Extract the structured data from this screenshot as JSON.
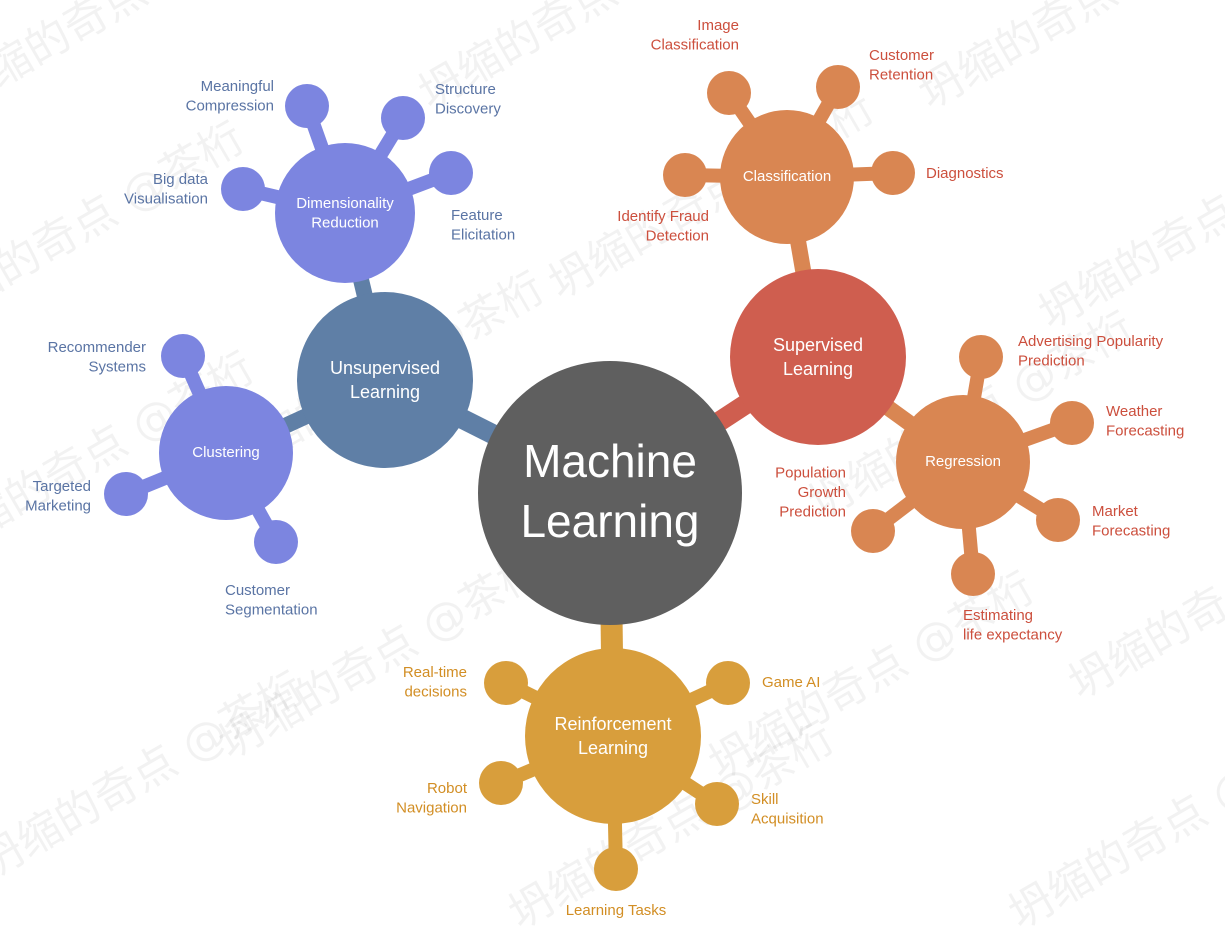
{
  "colors": {
    "center": "#5f5f5f",
    "unsupervised": "#5f7fa6",
    "dimensionality": "#7c85e0",
    "clustering": "#7c85e0",
    "unsupervised_text": "#5a74a4",
    "supervised": "#cf5e4f",
    "classification": "#d98652",
    "regression": "#d98652",
    "supervised_text": "#cc4f3d",
    "reinforcement": "#d89e3c",
    "reinforcement_text": "#d28e24"
  },
  "center": {
    "lines": [
      "Machine",
      "Learning"
    ]
  },
  "unsupervised": {
    "label_lines": [
      "Unsupervised",
      "Learning"
    ],
    "dimensionality": {
      "label_lines": [
        "Dimensionality",
        "Reduction"
      ],
      "leaves": [
        {
          "lines": [
            "Meaningful",
            "Compression"
          ]
        },
        {
          "lines": [
            "Structure",
            "Discovery"
          ]
        },
        {
          "lines": [
            "Big data",
            "Visualisation"
          ]
        },
        {
          "lines": [
            "Feature",
            "Elicitation"
          ]
        }
      ]
    },
    "clustering": {
      "label_lines": [
        "Clustering"
      ],
      "leaves": [
        {
          "lines": [
            "Recommender",
            "Systems"
          ]
        },
        {
          "lines": [
            "Targeted",
            "Marketing"
          ]
        },
        {
          "lines": [
            "Customer",
            "Segmentation"
          ]
        }
      ]
    }
  },
  "supervised": {
    "label_lines": [
      "Supervised",
      "Learning"
    ],
    "classification": {
      "label_lines": [
        "Classification"
      ],
      "leaves": [
        {
          "lines": [
            "Image",
            "Classification"
          ]
        },
        {
          "lines": [
            "Customer",
            "Retention"
          ]
        },
        {
          "lines": [
            "Identify Fraud",
            "Detection"
          ]
        },
        {
          "lines": [
            "Diagnostics"
          ]
        }
      ]
    },
    "regression": {
      "label_lines": [
        "Regression"
      ],
      "leaves": [
        {
          "lines": [
            "Advertising Popularity",
            "Prediction"
          ]
        },
        {
          "lines": [
            "Weather",
            "Forecasting"
          ]
        },
        {
          "lines": [
            "Population",
            "Growth",
            "Prediction"
          ]
        },
        {
          "lines": [
            "Market",
            "Forecasting"
          ]
        },
        {
          "lines": [
            "Estimating",
            "life expectancy"
          ]
        }
      ]
    }
  },
  "reinforcement": {
    "label_lines": [
      "Reinforcement",
      "Learning"
    ],
    "leaves": [
      {
        "lines": [
          "Real-time",
          "decisions"
        ]
      },
      {
        "lines": [
          "Game AI"
        ]
      },
      {
        "lines": [
          "Robot",
          "Navigation"
        ]
      },
      {
        "lines": [
          "Skill",
          "Acquisition"
        ]
      },
      {
        "lines": [
          "Learning Tasks"
        ]
      }
    ]
  },
  "watermark": "坍缩的奇点 @茶桁"
}
